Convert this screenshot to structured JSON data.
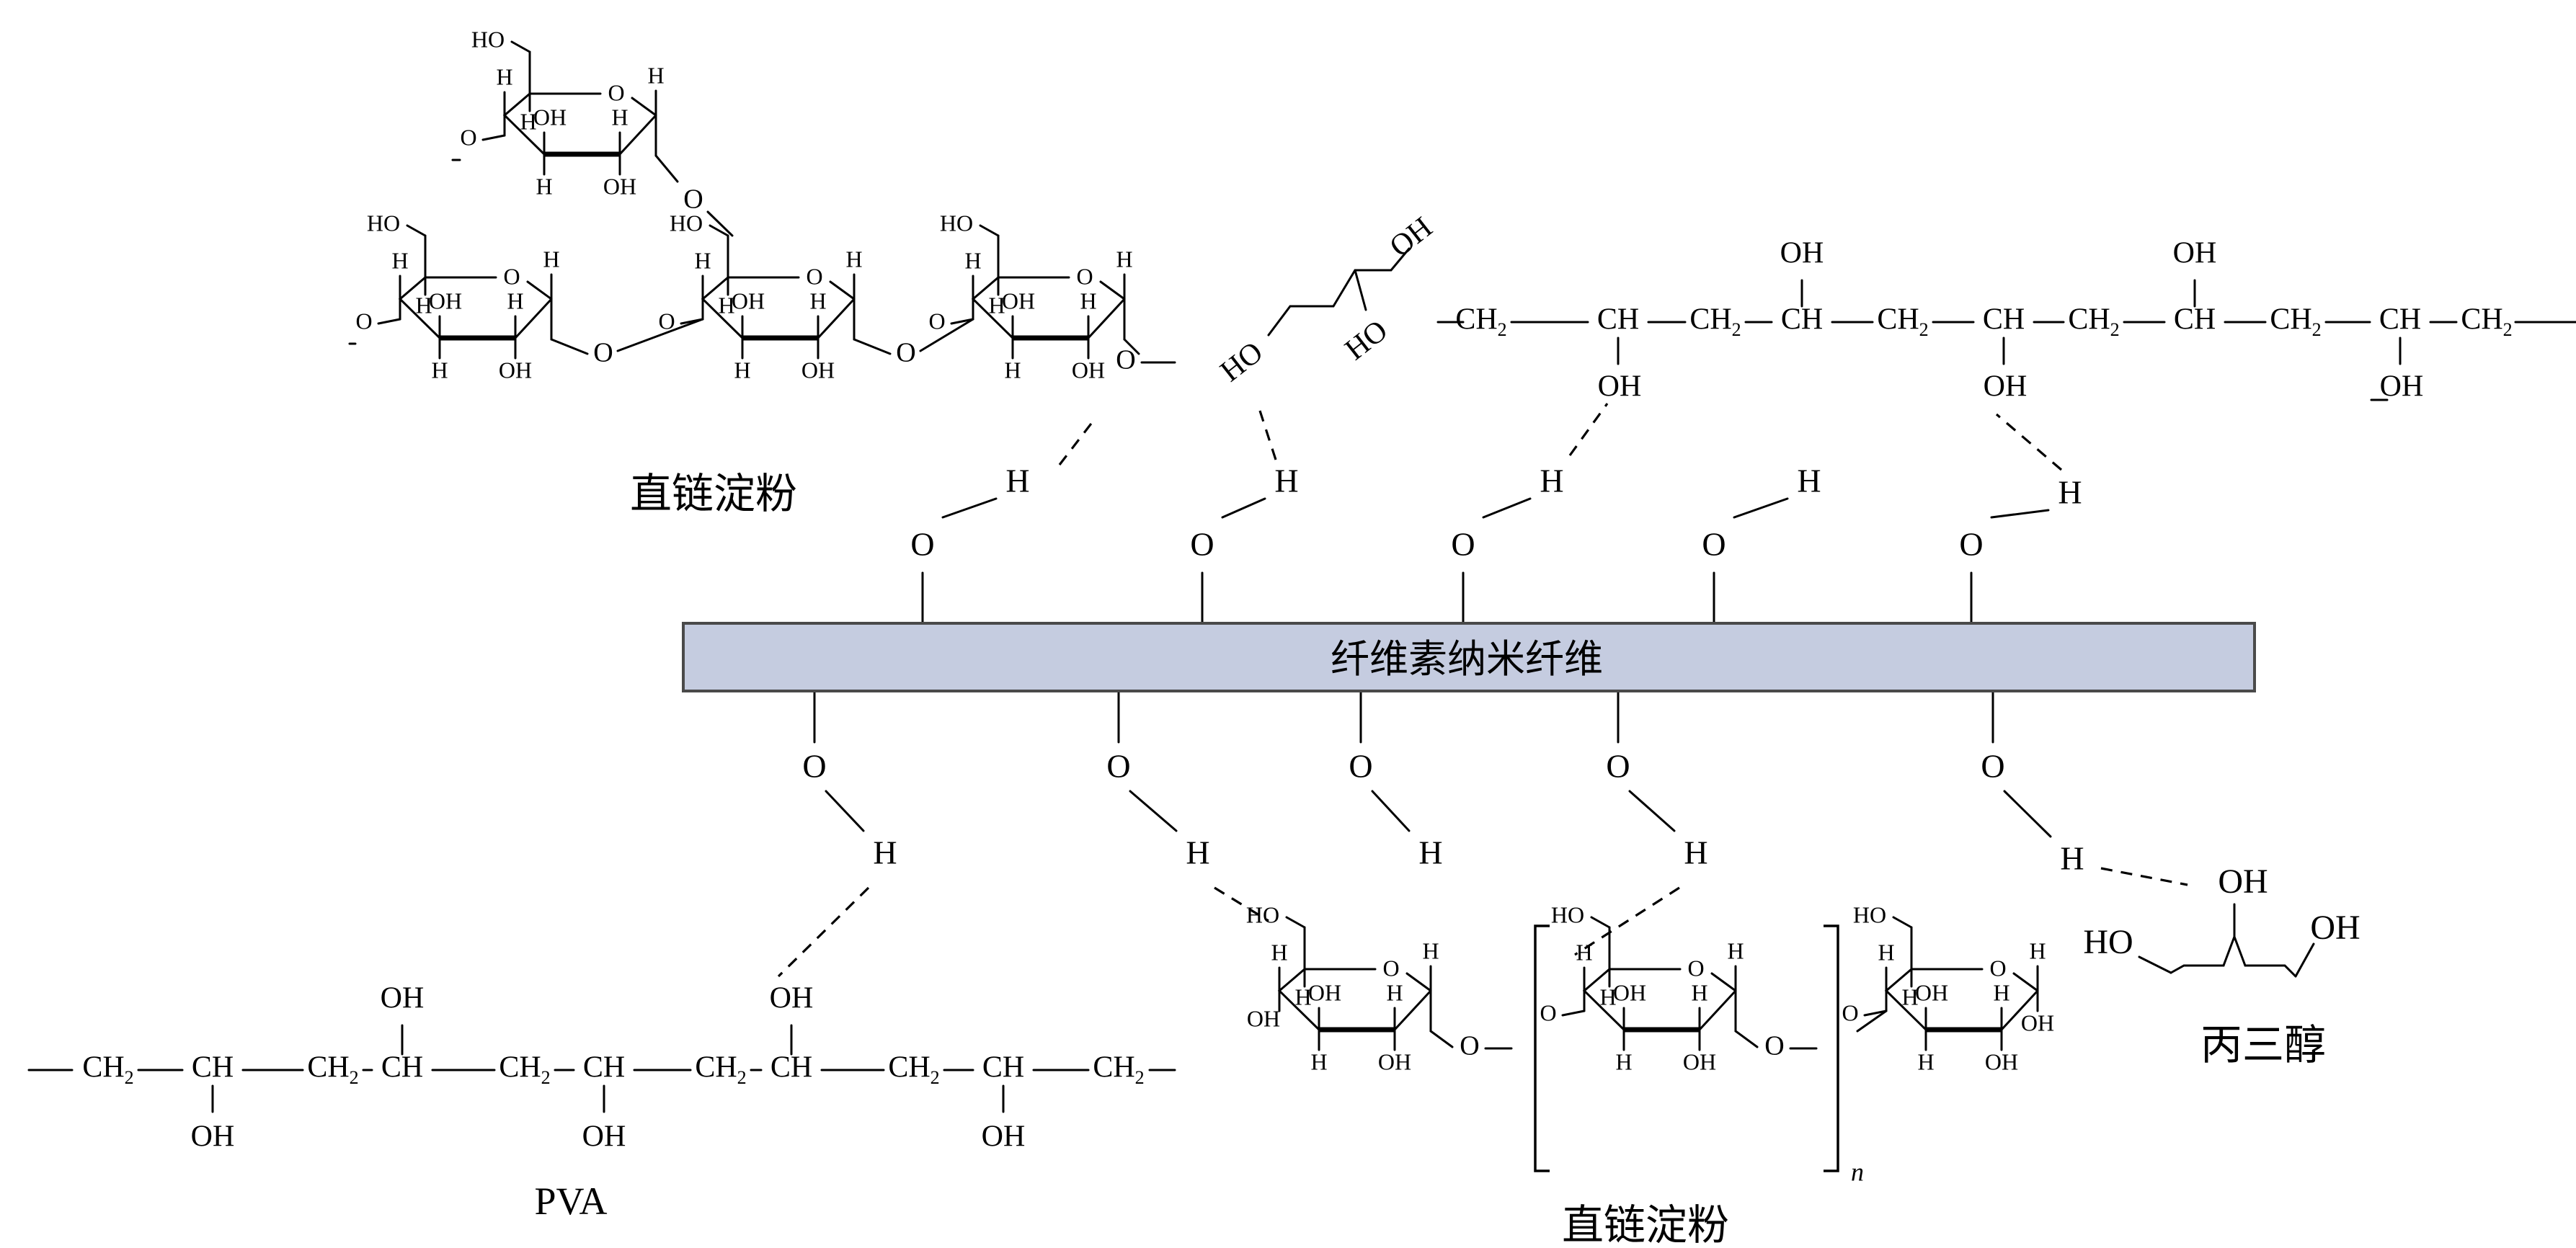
{
  "caption": {
    "amylose_top": "直链淀粉",
    "amylose_bottom": "直链淀粉",
    "pva": "PVA",
    "glycerol": "丙三醇",
    "nanofiber": "纤维素纳米纤维"
  },
  "atoms": {
    "O": "O",
    "H": "H",
    "OH": "OH",
    "HO": "HO",
    "CH": "CH",
    "CH2": "CH",
    "sub2": "2",
    "n": "n"
  },
  "colors": {
    "fiber_fill": "#c5cce0",
    "fiber_stroke": "#4a4a4a",
    "ink": "#000000"
  }
}
